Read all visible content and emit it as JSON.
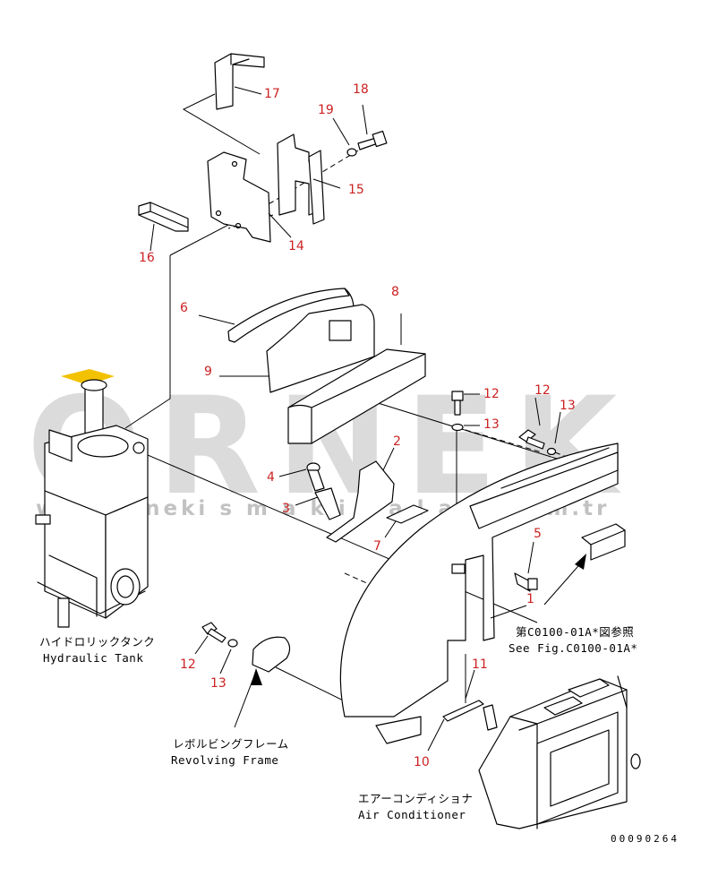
{
  "watermark": {
    "brand": "ORNEK",
    "url": "www.orneki s m a k i n a l a r i.com.tr",
    "accent_color": "#f2c200"
  },
  "callouts": [
    {
      "id": "17",
      "label": "17"
    },
    {
      "id": "18",
      "label": "18"
    },
    {
      "id": "19",
      "label": "19"
    },
    {
      "id": "15",
      "label": "15"
    },
    {
      "id": "14",
      "label": "14"
    },
    {
      "id": "16",
      "label": "16"
    },
    {
      "id": "8",
      "label": "8"
    },
    {
      "id": "6",
      "label": "6"
    },
    {
      "id": "9",
      "label": "9"
    },
    {
      "id": "12a",
      "label": "12"
    },
    {
      "id": "12b",
      "label": "12"
    },
    {
      "id": "13a",
      "label": "13"
    },
    {
      "id": "13b",
      "label": "13"
    },
    {
      "id": "2",
      "label": "2"
    },
    {
      "id": "4",
      "label": "4"
    },
    {
      "id": "3",
      "label": "3"
    },
    {
      "id": "7",
      "label": "7"
    },
    {
      "id": "5",
      "label": "5"
    },
    {
      "id": "1",
      "label": "1"
    },
    {
      "id": "11",
      "label": "11"
    },
    {
      "id": "10",
      "label": "10"
    },
    {
      "id": "12c",
      "label": "12"
    },
    {
      "id": "13c",
      "label": "13"
    }
  ],
  "captions": {
    "hydraulic_tank_jp": "ハイドロリックタンク",
    "hydraulic_tank_en": "Hydraulic Tank",
    "ref_jp": "第C0100-01A*図参照",
    "ref_en": "See Fig.C0100-01A*",
    "revolving_frame_jp": "レボルビングフレーム",
    "revolving_frame_en": "Revolving Frame",
    "air_conditioner_jp": "エアーコンディショナ",
    "air_conditioner_en": "Air Conditioner"
  },
  "drawing_code": "00090264",
  "colors": {
    "callout": "#cc2222",
    "line": "#000000",
    "watermark": "#d0d0d0"
  }
}
